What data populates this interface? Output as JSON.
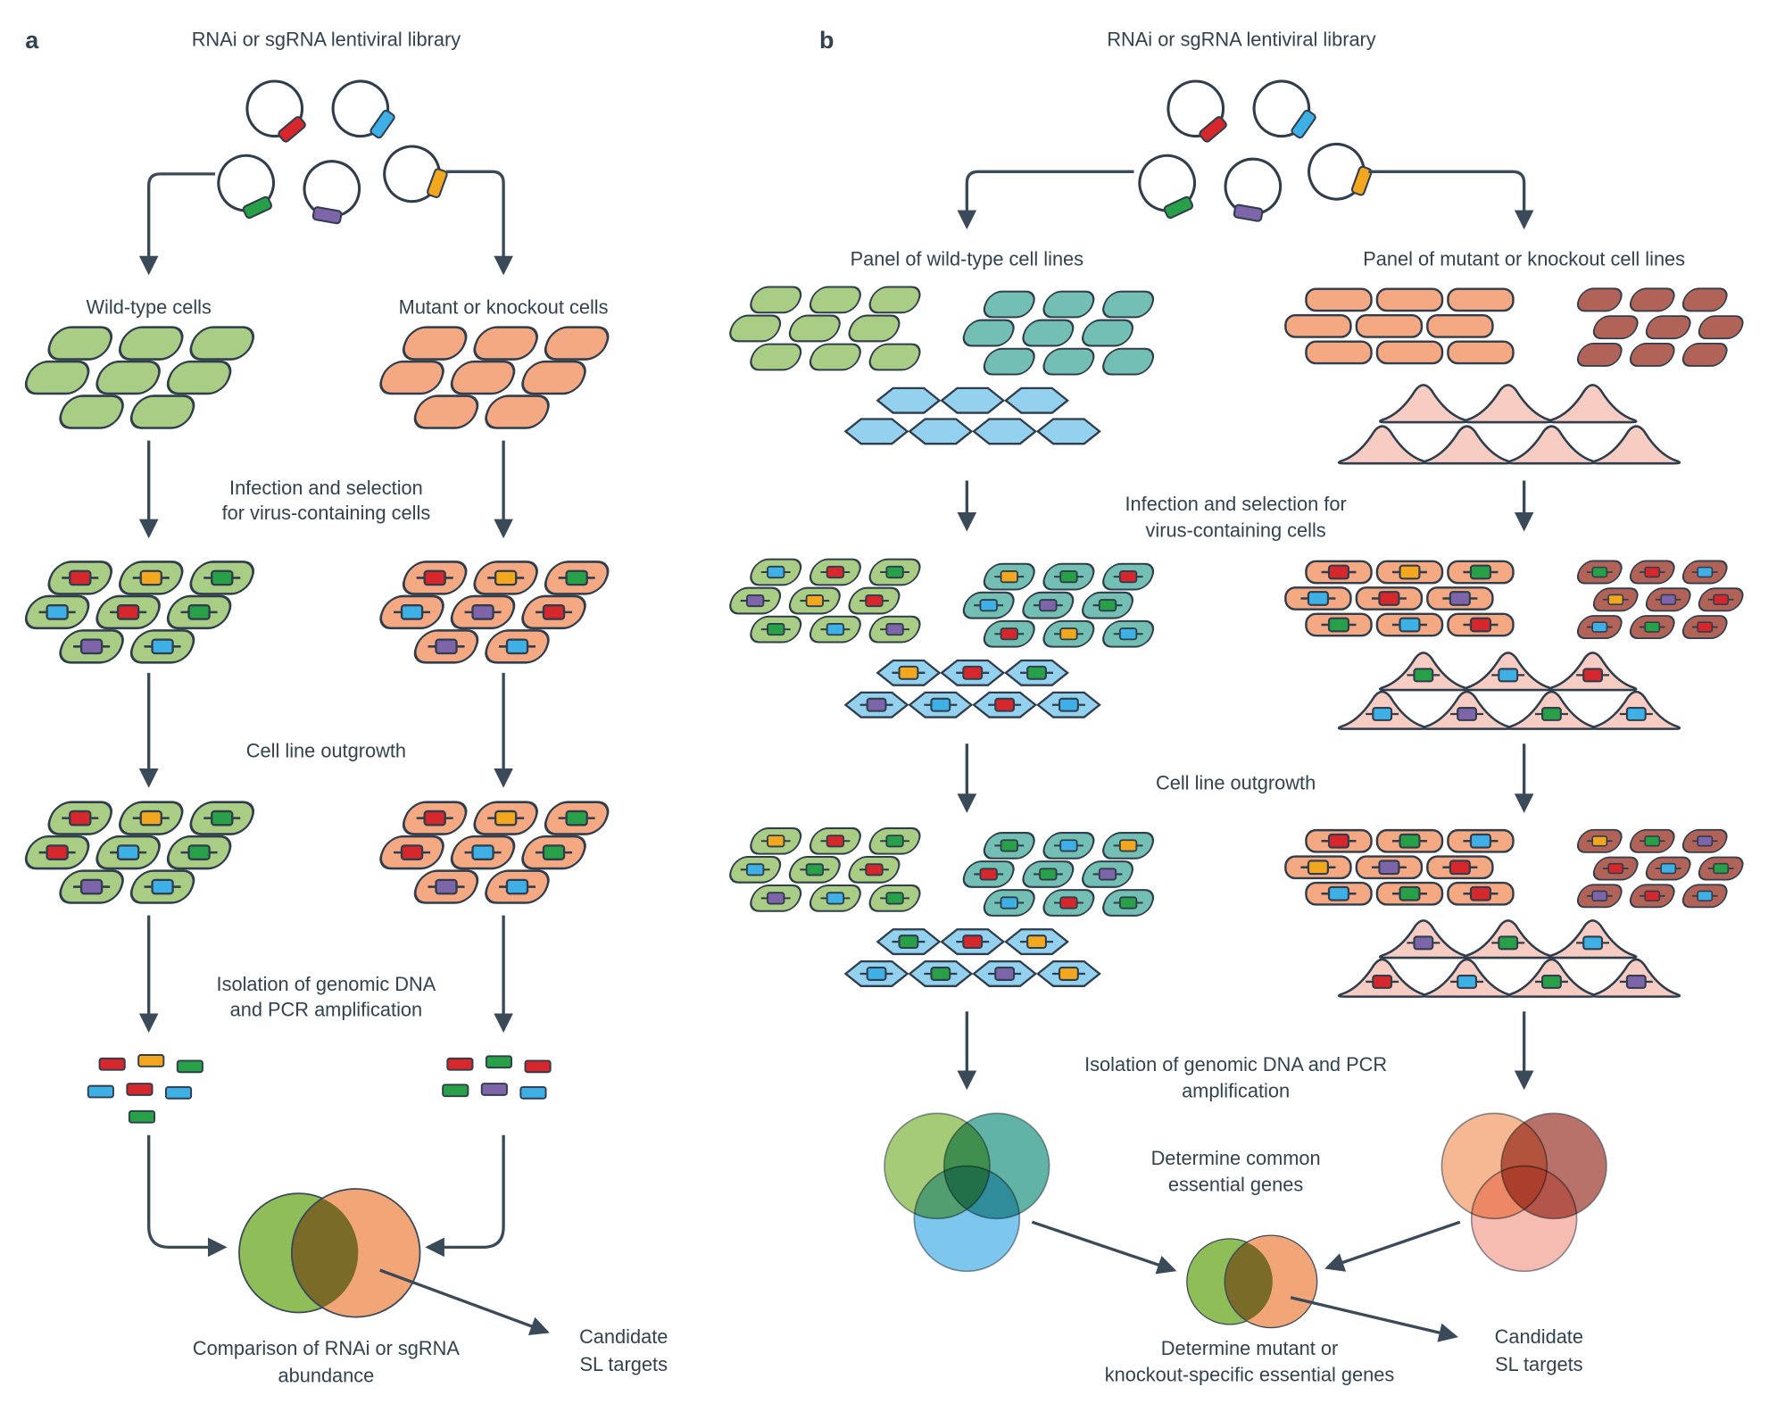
{
  "colors": {
    "insert_red": "#d6272c",
    "insert_blue": "#3fb0e5",
    "insert_green": "#27a048",
    "insert_purple": "#7e64a8",
    "insert_yellow": "#f2a71f",
    "cell_green": "#a9cd84",
    "cell_orange": "#f4a983",
    "cell_teal": "#74bfb3",
    "cell_blue": "#93d1ef",
    "cell_dark_red": "#b26358",
    "cell_pink": "#f7cdc3",
    "venn_green": "#8fbe58",
    "venn_orange": "#f2a678",
    "venn_overlap": "#7b6b28",
    "venn_teal": "#3aa08f",
    "venn_blue": "#5cb8e8",
    "venn_dark_red": "#a84f44",
    "venn_pink": "#f4aa9d",
    "arrow": "#3a4a58",
    "text": "#32424f"
  },
  "panel_a": {
    "panel_label": "a",
    "library_title": "RNAi or sgRNA lentiviral library",
    "wildtype_label": "Wild-type cells",
    "mutant_label": "Mutant or knockout cells",
    "infection_line1": "Infection and selection",
    "infection_line2": "for virus-containing cells",
    "outgrowth_label": "Cell line outgrowth",
    "isolation_line1": "Isolation of genomic DNA",
    "isolation_line2": "and PCR amplification",
    "comparison_line1": "Comparison of RNAi or sgRNA",
    "comparison_line2": "abundance",
    "candidate_line1": "Candidate",
    "candidate_line2": "SL targets"
  },
  "panel_b": {
    "panel_label": "b",
    "library_title": "RNAi or sgRNA lentiviral library",
    "wildtype_panel_label": "Panel of wild-type cell lines",
    "mutant_panel_label": "Panel of mutant or knockout cell lines",
    "infection_line1": "Infection and selection for",
    "infection_line2": "virus-containing cells",
    "outgrowth_label": "Cell line outgrowth",
    "isolation_line1": "Isolation of genomic DNA and PCR",
    "isolation_line2": "amplification",
    "common_line1": "Determine common",
    "common_line2": "essential genes",
    "specific_line1": "Determine mutant or",
    "specific_line2": "knockout-specific essential genes",
    "candidate_line1": "Candidate",
    "candidate_line2": "SL targets"
  }
}
